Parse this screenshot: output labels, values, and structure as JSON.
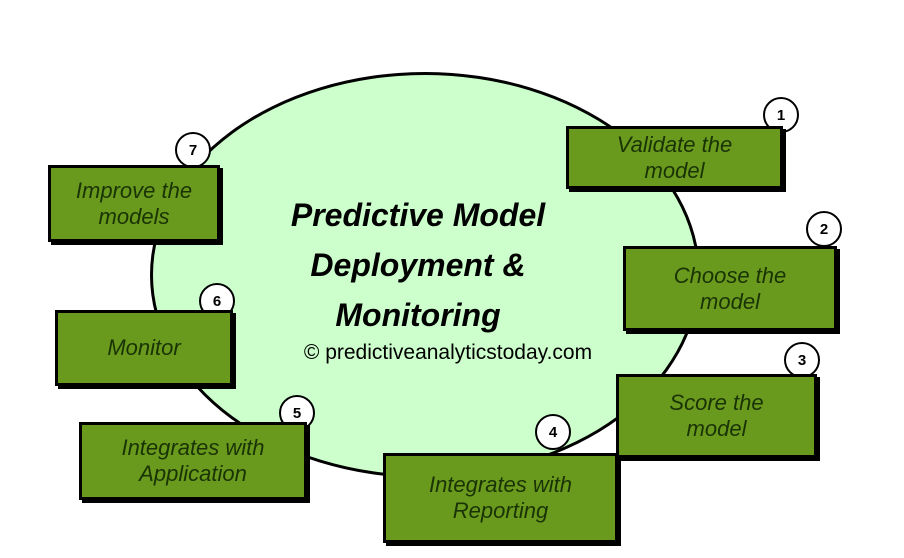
{
  "diagram": {
    "title": "Predictive Model\nDeployment &\nMonitoring",
    "copyright": "© predictiveanalyticstoday.com",
    "steps": [
      {
        "number": "1",
        "label": "Validate the\nmodel"
      },
      {
        "number": "2",
        "label": "Choose the\nmodel"
      },
      {
        "number": "3",
        "label": "Score the\nmodel"
      },
      {
        "number": "4",
        "label": "Integrates with\nReporting"
      },
      {
        "number": "5",
        "label": "Integrates with\nApplication"
      },
      {
        "number": "6",
        "label": "Monitor"
      },
      {
        "number": "7",
        "label": "Improve the\nmodels"
      }
    ],
    "colors": {
      "background": "#FFFFFF",
      "ellipse_fill": "#CCFFCC",
      "ellipse_border": "#000000",
      "box_fill": "#699A1E",
      "box_border": "#000000",
      "box_text": "#1A3305",
      "title_text": "#000000",
      "badge_fill": "#FFFFFF",
      "badge_border": "#000000",
      "badge_text": "#000000"
    }
  }
}
